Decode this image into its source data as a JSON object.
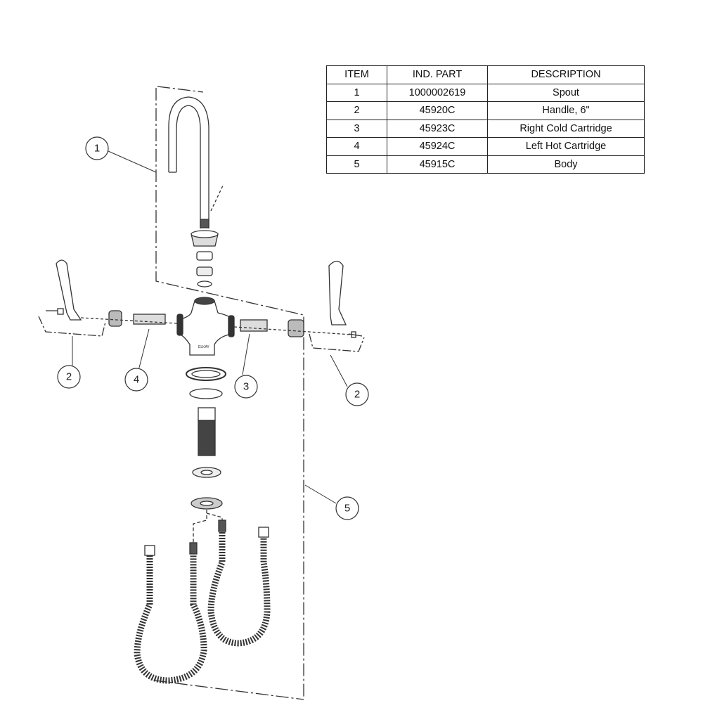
{
  "table": {
    "headers": [
      "ITEM",
      "IND. PART",
      "DESCRIPTION"
    ],
    "rows": [
      {
        "item": "1",
        "part": "1000002619",
        "description": "Spout"
      },
      {
        "item": "2",
        "part": "45920C",
        "description": "Handle, 6\""
      },
      {
        "item": "3",
        "part": "45923C",
        "description": "Right Cold Cartridge"
      },
      {
        "item": "4",
        "part": "45924C",
        "description": "Left Hot Cartridge"
      },
      {
        "item": "5",
        "part": "45915C",
        "description": "Body"
      }
    ]
  },
  "callouts": {
    "spout": "1",
    "left_handle": "2",
    "left_cartridge": "4",
    "right_cartridge": "3",
    "right_handle": "2",
    "body": "5"
  },
  "logo_text": "ELKAY"
}
